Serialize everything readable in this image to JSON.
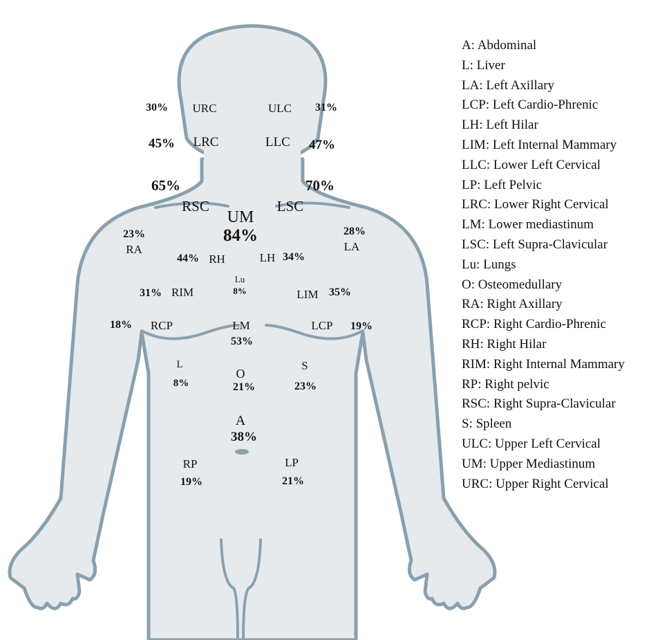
{
  "regions": [
    {
      "id": "URC",
      "code": "URC",
      "pct": "30%"
    },
    {
      "id": "ULC",
      "code": "ULC",
      "pct": "31%"
    },
    {
      "id": "LRC",
      "code": "LRC",
      "pct": "45%"
    },
    {
      "id": "LLC",
      "code": "LLC",
      "pct": "47%"
    },
    {
      "id": "RSC",
      "code": "RSC",
      "pct": "65%"
    },
    {
      "id": "LSC",
      "code": "LSC",
      "pct": "70%"
    },
    {
      "id": "UM",
      "code": "UM",
      "pct": "84%"
    },
    {
      "id": "RA",
      "code": "RA",
      "pct": "23%"
    },
    {
      "id": "LA",
      "code": "LA",
      "pct": "28%"
    },
    {
      "id": "RH",
      "code": "RH",
      "pct": "44%"
    },
    {
      "id": "LH",
      "code": "LH",
      "pct": "34%"
    },
    {
      "id": "Lu",
      "code": "Lu",
      "pct": "8%"
    },
    {
      "id": "RIM",
      "code": "RIM",
      "pct": "31%"
    },
    {
      "id": "LIM",
      "code": "LIM",
      "pct": "35%"
    },
    {
      "id": "RCP",
      "code": "RCP",
      "pct": "18%"
    },
    {
      "id": "LCP",
      "code": "LCP",
      "pct": "19%"
    },
    {
      "id": "LM",
      "code": "LM",
      "pct": "53%"
    },
    {
      "id": "L",
      "code": "L",
      "pct": "8%"
    },
    {
      "id": "O",
      "code": "O",
      "pct": "21%"
    },
    {
      "id": "S",
      "code": "S",
      "pct": "23%"
    },
    {
      "id": "A",
      "code": "A",
      "pct": "38%"
    },
    {
      "id": "RP",
      "code": "RP",
      "pct": "19%"
    },
    {
      "id": "LP",
      "code": "LP",
      "pct": "21%"
    }
  ],
  "legend": [
    "A: Abdominal",
    "L: Liver",
    "LA: Left Axillary",
    "LCP: Left Cardio-Phrenic",
    "LH: Left Hilar",
    "LIM: Left Internal Mammary",
    "LLC: Lower Left Cervical",
    "LP: Left Pelvic",
    "LRC: Lower Right Cervical",
    "LM: Lower mediastinum",
    "LSC: Left Supra-Clavicular",
    "Lu: Lungs",
    "O: Osteomedullary",
    "RA: Right Axillary",
    "RCP: Right Cardio-Phrenic",
    "RH: Right Hilar",
    "RIM: Right Internal Mammary",
    "RP: Right pelvic",
    "RSC: Right Supra-Clavicular",
    "S: Spleen",
    "ULC: Upper Left Cervical",
    "UM: Upper Mediastinum",
    "URC: Upper Right Cervical"
  ],
  "colors": {
    "body_fill": "#e7eaed",
    "body_outline": "#8aa0ae",
    "text": "#111111"
  }
}
